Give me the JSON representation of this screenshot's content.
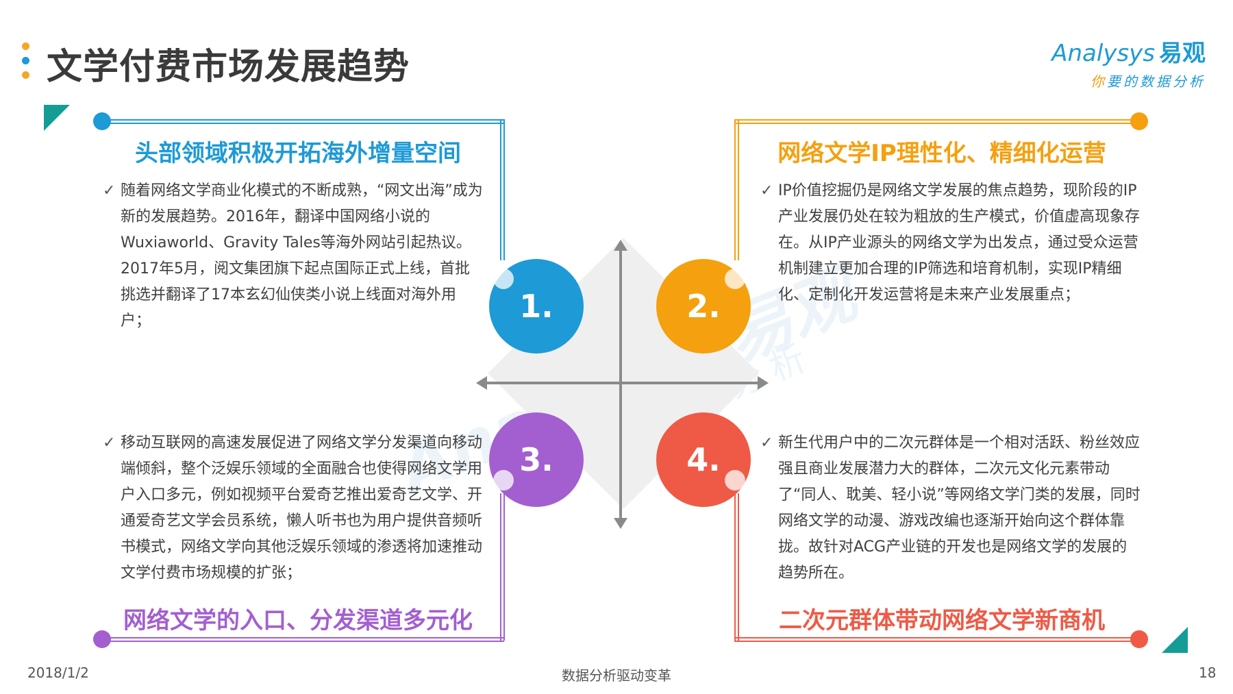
{
  "header": {
    "title": "文学付费市场发展趋势",
    "dot_colors": [
      "#f5a623",
      "#1e9ad6",
      "#f5a623"
    ]
  },
  "logo": {
    "brand_en": "Analysys",
    "brand_cn": "易观",
    "tagline_first": "你",
    "tagline_rest": "要的数据分析"
  },
  "quadrants": [
    {
      "number": "1.",
      "heading": "头部领域积极开拓海外增量空间",
      "color": "#1e9ad6",
      "body": "随着网络文学商业化模式的不断成熟，“网文出海”成为新的发展趋势。2016年，翻译中国网络小说的Wuxiaworld、Gravity Tales等海外网站引起热议。2017年5月，阅文集团旗下起点国际正式上线，首批挑选并翻译了17本玄幻仙侠类小说上线面对海外用户；"
    },
    {
      "number": "2.",
      "heading": "网络文学IP理性化、精细化运营",
      "color": "#f5a00e",
      "body": "IP价值挖掘仍是网络文学发展的焦点趋势，现阶段的IP产业发展仍处在较为粗放的生产模式，价值虚高现象存在。从IP产业源头的网络文学为出发点，通过受众运营机制建立更加合理的IP筛选和培育机制，实现IP精细化、定制化开发运营将是未来产业发展重点；"
    },
    {
      "number": "3.",
      "heading": "网络文学的入口、分发渠道多元化",
      "color": "#a35fd0",
      "body": "移动互联网的高速发展促进了网络文学分发渠道向移动端倾斜，整个泛娱乐领域的全面融合也使得网络文学用户入口多元，例如视频平台爱奇艺推出爱奇艺文学、开通爱奇艺文学会员系统，懒人听书也为用户提供音频听书模式，网络文学向其他泛娱乐领域的渗透将加速推动文学付费市场规模的扩张；"
    },
    {
      "number": "4.",
      "heading": "二次元群体带动网络文学新商机",
      "color": "#ee5a46",
      "body": "新生代用户中的二次元群体是一个相对活跃、粉丝效应强且商业发展潜力大的群体，二次元文化元素带动了“同人、耽美、轻小说”等网络文学门类的发展，同时网络文学的动漫、游戏改编也逐渐开始向这个群体靠拢。故针对ACG产业链的开发也是网络文学的发展的趋势所在。"
    }
  ],
  "accent": "#149d96",
  "check_icon": "checkmark-icon",
  "footer": {
    "date": "2018/1/2",
    "center": "数据分析驱动变革",
    "page": "18"
  }
}
